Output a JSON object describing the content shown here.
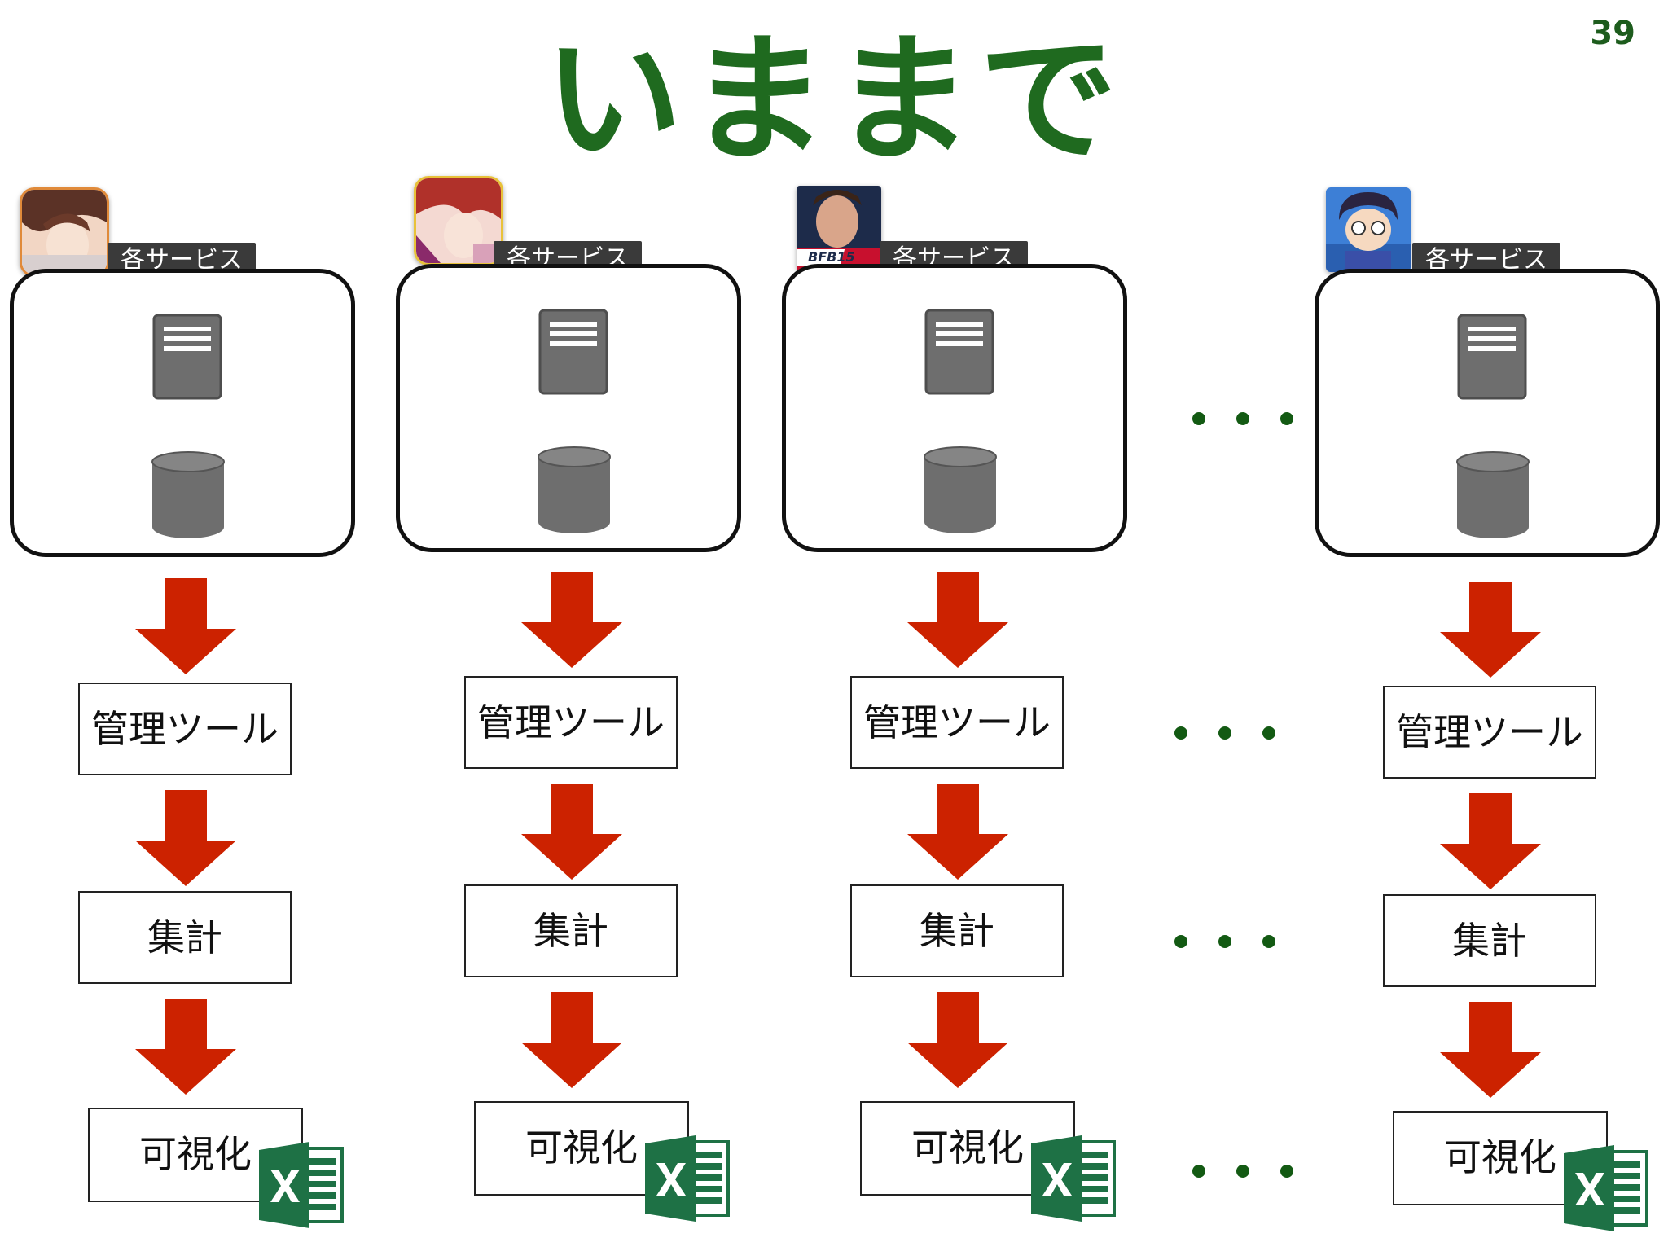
{
  "page_number": "39",
  "title": "いままで",
  "columns": [
    {
      "service_label": "各サービス",
      "app_icon": "character-app-icon-1",
      "admin_label": "管理ツール",
      "aggregate_label": "集計",
      "visualize_label": "可視化"
    },
    {
      "service_label": "各サービス",
      "app_icon": "character-app-icon-2",
      "admin_label": "管理ツール",
      "aggregate_label": "集計",
      "visualize_label": "可視化"
    },
    {
      "service_label": "各サービス",
      "app_icon": "soccer-app-icon",
      "app_icon_text": "BFB15",
      "admin_label": "管理ツール",
      "aggregate_label": "集計",
      "visualize_label": "可視化"
    },
    {
      "service_label": "各サービス",
      "app_icon": "detective-app-icon",
      "admin_label": "管理ツール",
      "aggregate_label": "集計",
      "visualize_label": "可視化"
    }
  ],
  "colors": {
    "title": "#1f6a1f",
    "arrow": "#cc2200",
    "dots": "#135a13",
    "excel": "#1e7145"
  }
}
